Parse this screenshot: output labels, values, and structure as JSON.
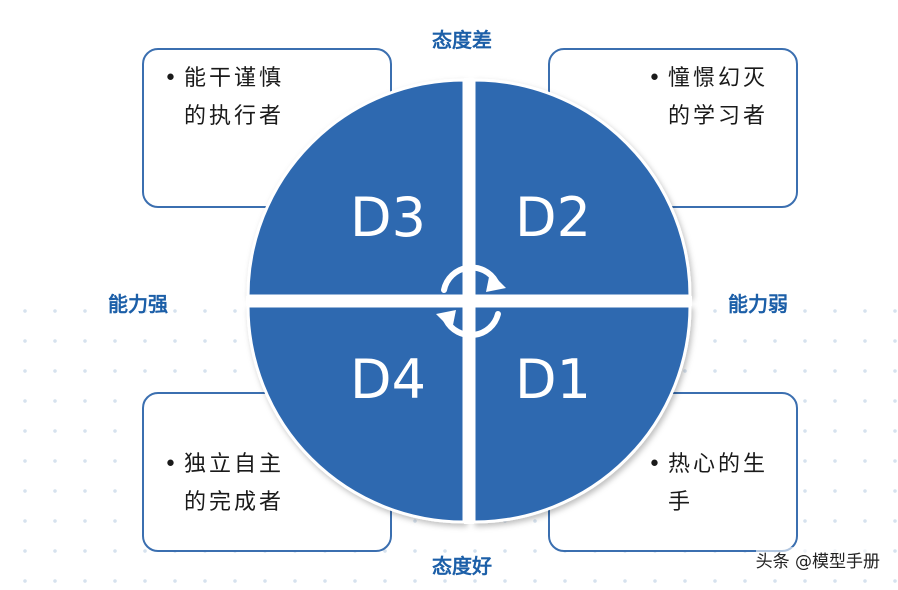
{
  "axes": {
    "top": "态度差",
    "bottom": "态度好",
    "left": "能力强",
    "right": "能力弱"
  },
  "quadrants": {
    "d3": {
      "label": "D3",
      "line1": "能干谨慎",
      "line2": "的执行者"
    },
    "d2": {
      "label": "D2",
      "line1": "憧憬幻灭",
      "line2": "的学习者"
    },
    "d4": {
      "label": "D4",
      "line1": "独立自主",
      "line2": "的完成者"
    },
    "d1": {
      "label": "D1",
      "line1": "热心的生",
      "line2": "手"
    }
  },
  "bullet": "•",
  "watermark": "头条 @模型手册",
  "colors": {
    "quadrant_fill": "#2f69b0",
    "border": "#3b6fb0",
    "axis_text": "#1c5fa8"
  },
  "icons": {
    "center": "cycle-arrows-icon"
  }
}
